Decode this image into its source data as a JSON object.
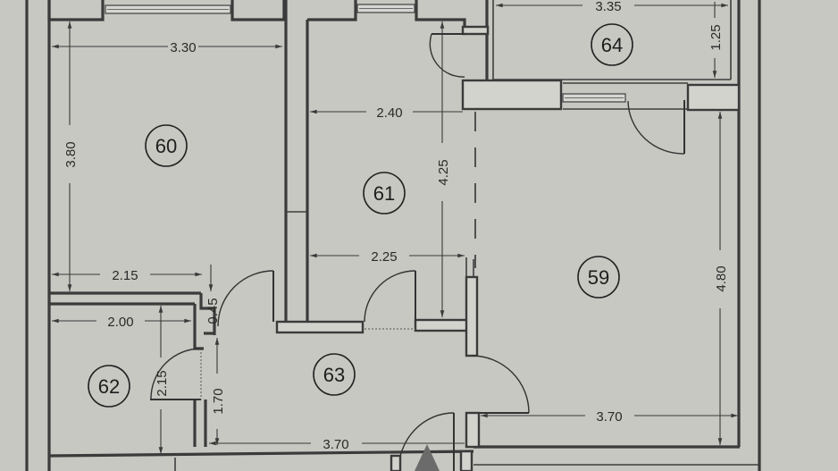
{
  "plan": {
    "type": "floor-plan",
    "units": "m",
    "rooms": [
      {
        "id": "60",
        "label": "60",
        "dimensions": {
          "width": "3.30",
          "height": "3.80"
        }
      },
      {
        "id": "61",
        "label": "61",
        "dimensions": {
          "width_top": "2.40",
          "width_bottom": "2.25",
          "height": "4.25"
        }
      },
      {
        "id": "62",
        "label": "62",
        "dimensions": {
          "width": "2.00",
          "height": "2.15"
        }
      },
      {
        "id": "63",
        "label": "63",
        "dimensions": {
          "width": "3.70",
          "height": "1.70",
          "niche": "0.45"
        }
      },
      {
        "id": "64",
        "label": "64",
        "dimensions": {
          "width": "3.35",
          "height": "1.25"
        }
      },
      {
        "id": "59",
        "label": "59",
        "dimensions": {
          "width": "3.70",
          "height": "4.80"
        }
      }
    ],
    "dimension_labels": {
      "d_330": "3.30",
      "d_380": "3.80",
      "d_240": "2.40",
      "d_425": "4.25",
      "d_225": "2.25",
      "d_335": "3.35",
      "d_125": "1.25",
      "d_480": "4.80",
      "d_215_top": "2.15",
      "d_045": "0.45",
      "d_200": "2.00",
      "d_215_side": "2.15",
      "d_170": "1.70",
      "d_370_hall": "3.70",
      "d_370_living": "3.70"
    },
    "colors": {
      "paper": "#c6c8c1",
      "ink": "#3b3b3b"
    }
  }
}
